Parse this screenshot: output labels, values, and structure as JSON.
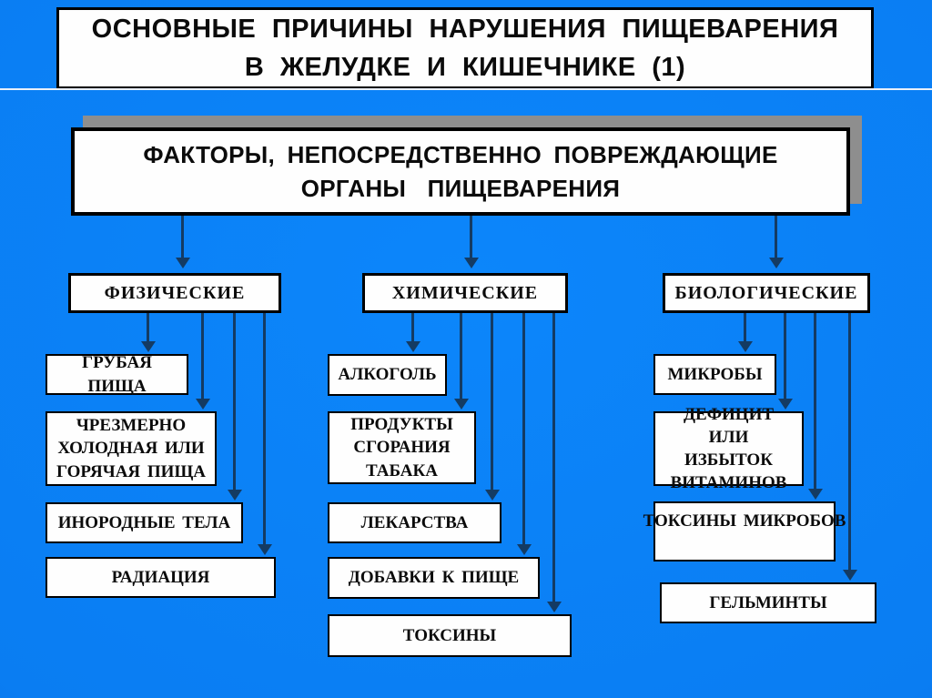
{
  "slide": {
    "title": {
      "line1": "ОСНОВНЫЕ ПРИЧИНЫ НАРУШЕНИЯ ПИЩЕВАРЕНИЯ",
      "line2": "В ЖЕЛУДКЕ И КИШЕЧНИКЕ (1)"
    },
    "factors": {
      "line1": "ФАКТОРЫ, НЕПОСРЕДСТВЕННО ПОВРЕЖДАЮЩИЕ",
      "line2": "ОРГАНЫ ПИЩЕВАРЕНИЯ"
    },
    "categories": [
      {
        "label": "ФИЗИЧЕСКИЕ",
        "items": [
          "ГРУБАЯ ПИЩА",
          "ЧРЕЗМЕРНО ХОЛОДНАЯ ИЛИ ГОРЯЧАЯ ПИЩА",
          "ИНОРОДНЫЕ ТЕЛА",
          "РАДИАЦИЯ"
        ]
      },
      {
        "label": "ХИМИЧЕСКИЕ",
        "items": [
          "АЛКОГОЛЬ",
          "ПРОДУКТЫ СГОРАНИЯ ТАБАКА",
          "ЛЕКАРСТВА",
          "ДОБАВКИ К ПИЩЕ",
          "ТОКСИНЫ"
        ]
      },
      {
        "label": "БИОЛОГИЧЕСКИЕ",
        "items": [
          "МИКРОБЫ",
          "ДЕФИЦИТ ИЛИ ИЗБЫТОК ВИТАМИНОВ",
          "ТОКСИНЫ МИКРОБОВ",
          "ГЕЛЬМИНТЫ"
        ]
      }
    ],
    "colors": {
      "background": "#0a7ef2",
      "box": "#fefefe",
      "border": "#000000",
      "text": "#0b0b0b",
      "arrow": "#143b63",
      "shadow": "#8e8e8e"
    }
  }
}
